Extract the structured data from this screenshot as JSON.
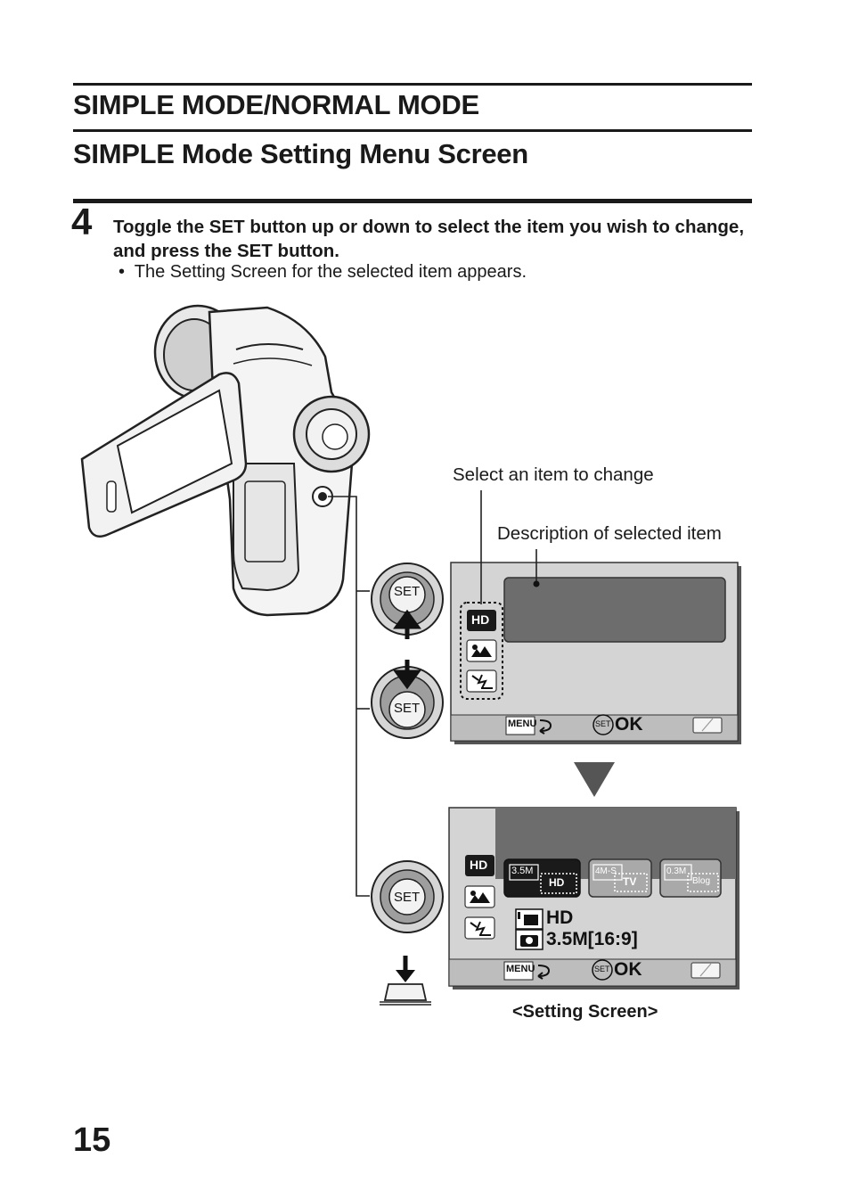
{
  "section_title": "SIMPLE MODE/NORMAL MODE",
  "page_heading": "SIMPLE Mode Setting Menu Screen",
  "step": {
    "number": "4",
    "instruction": "Toggle the SET button up or down to select the item you wish to change, and press the SET button.",
    "bullet": "The Setting Screen for the selected item appears."
  },
  "callouts": {
    "select_item": "Select an item to change",
    "description": "Description of selected item"
  },
  "menu_screen": {
    "icons": [
      "HD",
      "scene-icon",
      "flash-icon"
    ],
    "footer_menu": "MENU",
    "footer_ok": "OK",
    "set_glyph": "SET"
  },
  "setting_screen": {
    "icons": [
      "HD",
      "scene-icon",
      "flash-icon"
    ],
    "options": [
      {
        "top": "3.5M",
        "bottom": "HD"
      },
      {
        "top": "4M-S",
        "bottom": "TV"
      },
      {
        "top": "0.3M",
        "bottom": "Blog"
      }
    ],
    "video_value": "HD",
    "photo_value": "3.5M[16:9]",
    "footer_menu": "MENU",
    "footer_ok": "OK"
  },
  "set_button_label": "SET",
  "caption": "<Setting Screen>",
  "page_number": "15"
}
